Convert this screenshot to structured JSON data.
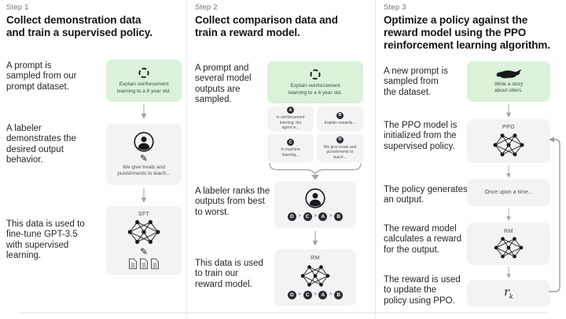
{
  "colors": {
    "background": "#ffffff",
    "green_box": "#d9f2d9",
    "grey_box": "#f3f3f4",
    "dark": "#17171c",
    "badge_bg": "#272b33",
    "badge_text": "#ffffff",
    "arrow_grey": "#a6a6a8",
    "divider": "#e8e8e8",
    "step_label": "#6e6e80",
    "body_text": "#26262b",
    "caption_grey": "#53535b",
    "caption_green": "#3e4b3e"
  },
  "icons": {
    "pen_glyph": "✎",
    "cycle": "circular-refresh-arrows",
    "labeler": "person-in-circle",
    "network": "neural-network-nodes",
    "docs": "three-documents",
    "otter": "otter-silhouette",
    "arrow_down": "small-down-arrow",
    "brace": "horizontal-curly-brace",
    "loop": "feedback-loop-arrow"
  },
  "columns": [
    {
      "step_label": "Step 1",
      "title_lines": [
        "Collect demonstration data",
        "and train a supervised policy."
      ],
      "prompt_text_lines": [
        "A prompt is",
        "sampled from our",
        "prompt dataset."
      ],
      "prompt_caption_lines": [
        "Explain reinforcement",
        "learning to a 6 year old."
      ],
      "labeler_text_lines": [
        "A labeler",
        "demonstrates the",
        "desired output",
        "behavior."
      ],
      "labeler_caption_lines": [
        "We give treats and",
        "punishments to teach..."
      ],
      "data_text_lines": [
        "This data is used to",
        "fine-tune GPT-3.5",
        "with supervised",
        "learning."
      ],
      "model_label": "SFT"
    },
    {
      "step_label": "Step 2",
      "title_lines": [
        "Collect comparison data and",
        "train a reward model."
      ],
      "prompt_text_lines": [
        "A prompt and",
        "several model",
        "outputs are",
        "sampled."
      ],
      "prompt_caption_lines": [
        "Explain reinforcement",
        "learning to a 6 year old."
      ],
      "outputs": [
        {
          "letter": "A",
          "lines": [
            "In reinforcement",
            "learning, the",
            "agent is..."
          ]
        },
        {
          "letter": "B",
          "lines": [
            "Explain rewards..."
          ]
        },
        {
          "letter": "C",
          "lines": [
            "In machine",
            "learning..."
          ]
        },
        {
          "letter": "D",
          "lines": [
            "We give treats and",
            "punishments to",
            "teach..."
          ]
        }
      ],
      "rank_text_lines": [
        "A labeler ranks the",
        "outputs from best",
        "to worst."
      ],
      "ranking": [
        "D",
        "C",
        "A",
        "B"
      ],
      "rank_separator": ">",
      "data_text_lines": [
        "This data is used",
        "to train our",
        "reward model."
      ],
      "model_label": "RM"
    },
    {
      "step_label": "Step 3",
      "title_lines": [
        "Optimize a policy against the",
        "reward model using the PPO",
        "reinforcement learning algorithm."
      ],
      "prompt_text_lines": [
        "A new prompt is",
        "sampled from",
        "the dataset."
      ],
      "prompt_caption_lines": [
        "Write a story",
        "about otters."
      ],
      "ppo_text_lines": [
        "The PPO model is",
        "initialized from the",
        "supervised policy."
      ],
      "ppo_label": "PPO",
      "output_text_lines": [
        "The policy generates",
        "an output."
      ],
      "output_caption": "Once upon a time...",
      "rm_text_lines": [
        "The reward model",
        "calculates a reward",
        "for the output."
      ],
      "rm_label": "RM",
      "reward_text_lines": [
        "The reward is used",
        "to update the",
        "policy using PPO."
      ],
      "reward_symbol_base": "r",
      "reward_symbol_sub": "k"
    }
  ]
}
